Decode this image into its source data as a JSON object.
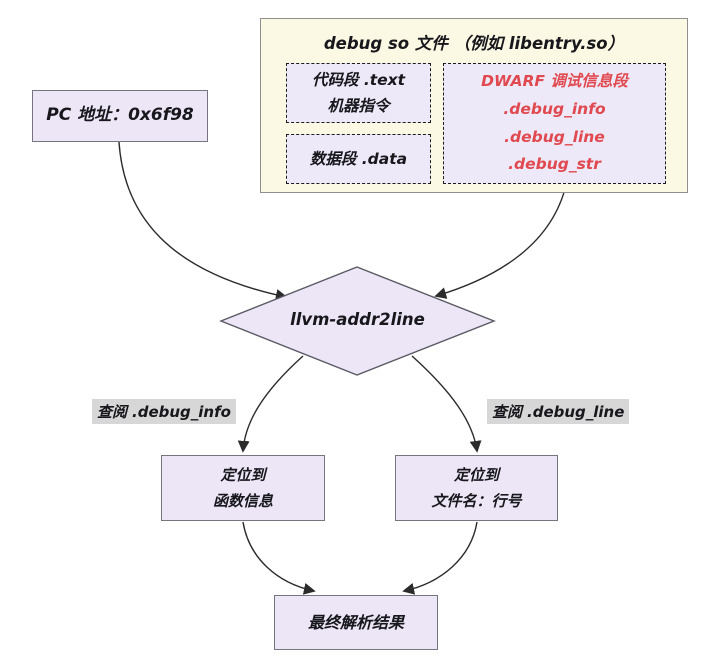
{
  "pc_box": {
    "label": "PC 地址：0x6f98"
  },
  "so_file": {
    "title": "debug so 文件 （例如 libentry.so）",
    "text_section": {
      "line1": "代码段 .text",
      "line2": "机器指令"
    },
    "data_section": {
      "label": "数据段 .data"
    },
    "dwarf_section": {
      "title": "DWARF 调试信息段",
      "entries": [
        ".debug_info",
        ".debug_line",
        ".debug_str"
      ]
    }
  },
  "decision": {
    "label": "llvm-addr2line"
  },
  "edge_labels": {
    "left": {
      "prefix": "查阅",
      "code": ".debug_info"
    },
    "right": {
      "prefix": "查阅",
      "code": ".debug_line"
    }
  },
  "result_left": {
    "line1": "定位到",
    "line2": "函数信息"
  },
  "result_right": {
    "line1": "定位到",
    "line2": "文件名：行号"
  },
  "final": {
    "label": "最终解析结果"
  },
  "colors": {
    "canvas-bg": "#ffffff",
    "node-fill": "#ece6f7",
    "node-border": "#75757f",
    "diamond-border": "#5a5a64",
    "container-fill": "#fbf8e3",
    "container-border": "#8f8f8f",
    "section-fill": "#eee9f9",
    "section-border": "#1c1c1c",
    "accent-red": "#e0494f",
    "edge-color": "#2b2b2b",
    "label-bg": "#d7d7d7",
    "text-color": "#17171c"
  }
}
